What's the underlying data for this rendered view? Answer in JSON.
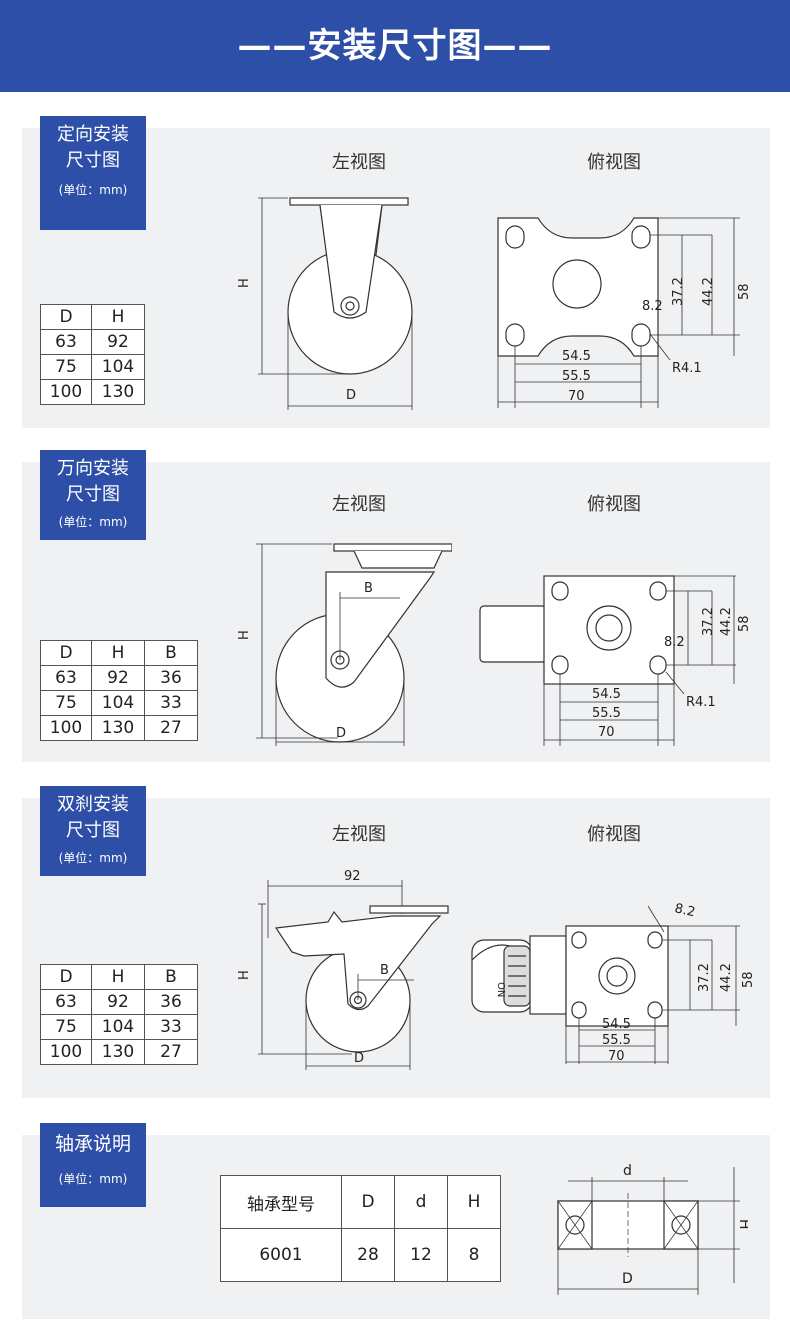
{
  "banner": {
    "title": "——安装尺寸图——"
  },
  "fixed": {
    "tag_line1": "定向安装",
    "tag_line2": "尺寸图",
    "unit": "(单位：mm)",
    "left_view_label": "左视图",
    "top_view_label": "俯视图",
    "table_headers": [
      "D",
      "H"
    ],
    "table_rows": [
      [
        "63",
        "92"
      ],
      [
        "75",
        "104"
      ],
      [
        "100",
        "130"
      ]
    ],
    "side_dims": {
      "h": "H",
      "d": "D"
    },
    "top_dims": {
      "d1": "54.5",
      "d2": "55.5",
      "d3": "70",
      "v1": "37.2",
      "v2": "44.2",
      "v3": "58",
      "hole": "8.2",
      "radius": "R4.1"
    }
  },
  "swivel": {
    "tag_line1": "万向安装",
    "tag_line2": "尺寸图",
    "unit": "(单位：mm)",
    "left_view_label": "左视图",
    "top_view_label": "俯视图",
    "table_headers": [
      "D",
      "H",
      "B"
    ],
    "table_rows": [
      [
        "63",
        "92",
        "36"
      ],
      [
        "75",
        "104",
        "33"
      ],
      [
        "100",
        "130",
        "27"
      ]
    ],
    "side_dims": {
      "h": "H",
      "d": "D",
      "b": "B"
    },
    "top_dims": {
      "d1": "54.5",
      "d2": "55.5",
      "d3": "70",
      "v1": "37.2",
      "v2": "44.2",
      "v3": "58",
      "hole": "8.2",
      "radius": "R4.1"
    }
  },
  "brake": {
    "tag_line1": "双刹安装",
    "tag_line2": "尺寸图",
    "unit": "(单位：mm)",
    "left_view_label": "左视图",
    "top_view_label": "俯视图",
    "table_headers": [
      "D",
      "H",
      "B"
    ],
    "table_rows": [
      [
        "63",
        "92",
        "36"
      ],
      [
        "75",
        "104",
        "33"
      ],
      [
        "100",
        "130",
        "27"
      ]
    ],
    "side_dims": {
      "top": "92",
      "h": "H",
      "d": "D",
      "b": "B"
    },
    "top_dims": {
      "d1": "54.5",
      "d2": "55.5",
      "d3": "70",
      "v1": "37.2",
      "v2": "44.2",
      "v3": "58",
      "hole": "8.2",
      "on": "ON"
    }
  },
  "bearing": {
    "tag_line1": "轴承说明",
    "unit": "(单位：mm)",
    "table_headers": [
      "轴承型号",
      "D",
      "d",
      "H"
    ],
    "table_rows": [
      [
        "6001",
        "28",
        "12",
        "8"
      ]
    ],
    "dims": {
      "d_small": "d",
      "h": "H",
      "d_big": "D"
    }
  }
}
